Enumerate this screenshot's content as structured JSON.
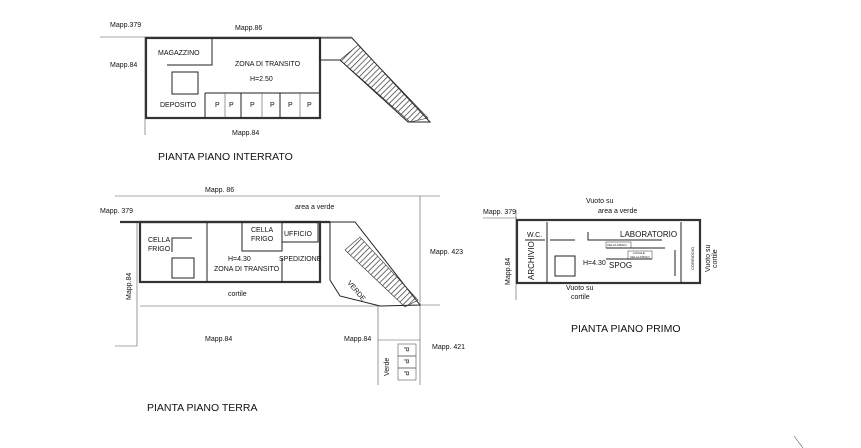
{
  "interrato": {
    "title": "PIANTA PIANO INTERRATO",
    "mapp_379": "Mapp.379",
    "mapp_86": "Mapp.86",
    "mapp_84_left": "Mapp.84",
    "mapp_84_bottom": "Mapp.84",
    "magazzino": "MAGAZZINO",
    "zona_transito": "ZONA DI TRANSITO",
    "height": "H=2.50",
    "deposito": "DEPOSITO",
    "parking": [
      "P",
      "P",
      "P",
      "P",
      "P",
      "P"
    ]
  },
  "terra": {
    "title": "PIANTA PIANO TERRA",
    "mapp_86": "Mapp. 86",
    "mapp_379": "Mapp. 379",
    "area_verde": "area a verde",
    "cella_frigo_1": [
      "CELLA",
      "FRIGO"
    ],
    "cella_frigo_2": [
      "CELLA",
      "FRIGO"
    ],
    "ufficio": "UFFICIO",
    "height": "H=4.30",
    "zona_transito": "ZONA DI TRANSITO",
    "spedizione": "SPEDIZIONE",
    "cortile": "cortile",
    "mapp_84_vertical": "Mapp.84",
    "mapp_84_a": "Mapp.84",
    "mapp_84_b": "Mapp.84",
    "verde_ramp": "VERDE",
    "mapp_423": "Mapp. 423",
    "mapp_421": "Mapp. 421",
    "verde_small": "Verde",
    "parking": [
      "P",
      "P",
      "P"
    ]
  },
  "primo": {
    "title": "PIANTA PIANO PRIMO",
    "mapp_379": "Mapp. 379",
    "vuoto_verde": [
      "Vuoto su",
      "area a verde"
    ],
    "wc": "W.C.",
    "archivio": "ARCHIVIO",
    "laboratorio": "LABORATORIO",
    "cella_frigo_small": "CELLA FRIGO",
    "locale_cella_frigo": [
      "LOCALE",
      "CELLA FRIGO"
    ],
    "height": "H=4.30",
    "spog": "SPOG",
    "corridoio": "CORRIDOIO",
    "vuoto_cortile_right": [
      "Vuoto su",
      "cortile"
    ],
    "vuoto_cortile_bottom": [
      "Vuoto su",
      "cortile"
    ],
    "mapp_84": "Mapp.84"
  }
}
